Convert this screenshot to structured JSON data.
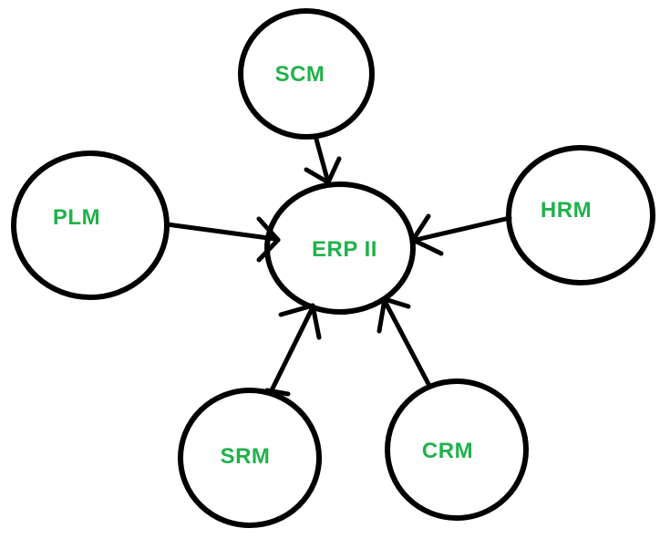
{
  "diagram": {
    "center_node": {
      "label": "ERP II"
    },
    "nodes": [
      {
        "label": "SCM"
      },
      {
        "label": "PLM"
      },
      {
        "label": "HRM"
      },
      {
        "label": "SRM"
      },
      {
        "label": "CRM"
      }
    ],
    "edges": [
      {
        "from": "SCM",
        "to": "ERP II"
      },
      {
        "from": "PLM",
        "to": "ERP II"
      },
      {
        "from": "HRM",
        "to": "ERP II"
      },
      {
        "from": "SRM",
        "to": "ERP II"
      },
      {
        "from": "CRM",
        "to": "ERP II"
      }
    ],
    "colors": {
      "label": "#22B14C",
      "stroke": "#000000",
      "background": "#FFFFFF"
    }
  }
}
